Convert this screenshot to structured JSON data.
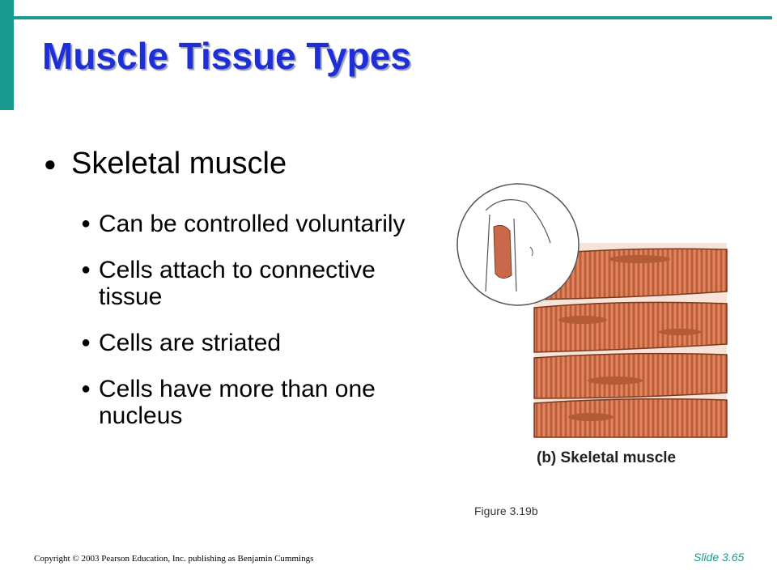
{
  "slide": {
    "title": "Muscle Tissue Types",
    "bullet_main": "Skeletal muscle",
    "sub_bullets": [
      "Can be controlled voluntarily",
      "Cells attach to connective tissue",
      "Cells are striated",
      "Cells have more than one nucleus"
    ],
    "figure_caption": "(b) Skeletal muscle",
    "figure_ref": "Figure 3.19b",
    "copyright": "Copyright © 2003 Pearson Education, Inc. publishing as Benjamin Cummings",
    "slide_number": "Slide 3.65"
  },
  "colors": {
    "accent": "#1a9a8e",
    "title": "#1f2fd6",
    "muscle": "#d4714a"
  },
  "icons": {
    "bullet": "bullet-dot-icon"
  }
}
